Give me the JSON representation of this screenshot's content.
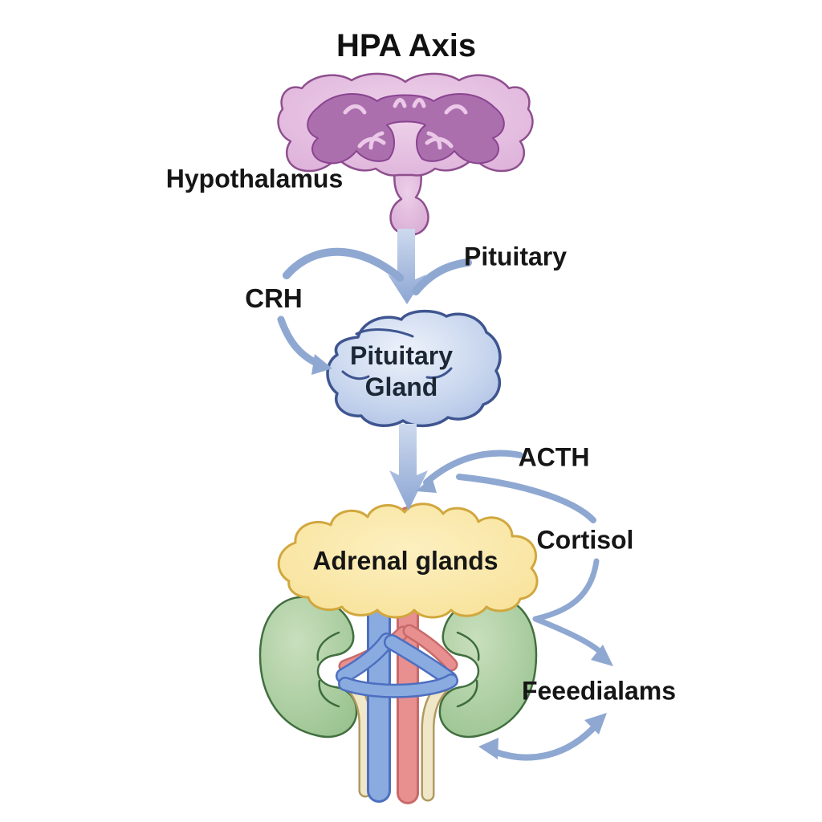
{
  "diagram": {
    "title": "HPA Axis",
    "labels": {
      "hypothalamus": "Hypothalamus",
      "pituitary_pointer": "Pituitary",
      "crh": "CRH",
      "pituitary_gland": {
        "line1": "Pituitary",
        "line2": "Gland"
      },
      "acth": "ACTH",
      "adrenal_glands": "Adrenal glands",
      "cortisol": "Cortisol",
      "feedback": "Feeedialams"
    },
    "illustrations": [
      "hypothalamus-illustration",
      "pituitary-gland-illustration",
      "adrenal-glands-illustration",
      "kidneys-illustration",
      "blood-vessels-illustration",
      "flow-arrows"
    ],
    "colors": {
      "background": "#ffffff",
      "text": "#161616",
      "arrow_blue": "#8fa8d2",
      "hypothalamus_light": "#e6c0e2",
      "hypothalamus_dark": "#ab6fae",
      "hypothalamus_outline": "#8e4f8e",
      "pituitary_fill": "#c7d5ee",
      "pituitary_outline": "#3e5590",
      "adrenal_fill": "#fae8a6",
      "adrenal_outline": "#d1a73e",
      "kidney_fill": "#a8cfa0",
      "kidney_outline": "#416f3f",
      "vein_blue": "#8aabe0",
      "artery_red": "#e88f8f",
      "ureter_cream": "#f0e6c8"
    }
  }
}
